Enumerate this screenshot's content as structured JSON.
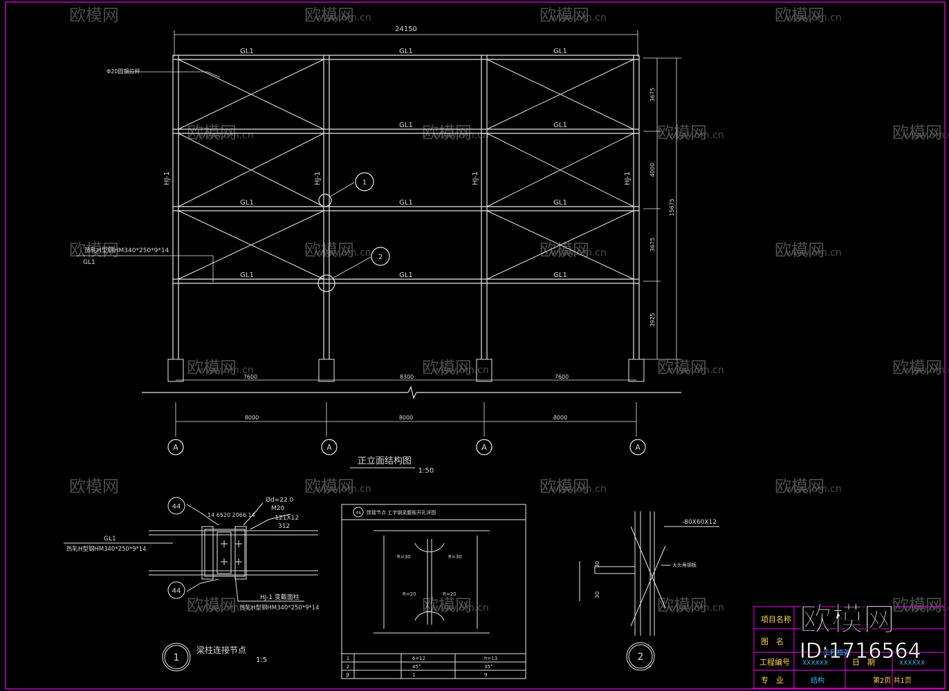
{
  "colors": {
    "background": "#000000",
    "line": "#e8e8e8",
    "border": "#c800c8",
    "dim_text": "#d8d8d8",
    "title_block_text": "#ffd24a",
    "title_block_value": "#2fb6ff",
    "watermark": "#6a6a6a"
  },
  "watermark": {
    "brand": "欧模网",
    "url": "www.om.cn",
    "id_label": "ID:1716564"
  },
  "elevation": {
    "overall_width": "24150",
    "beam_label": "GL1",
    "column_label": "HJ-1",
    "brace_label": "Φ20圆钢拉杆",
    "beam_spec": "热轧H型钢HM340*250*9*14",
    "beam_spec_sub": "GL1",
    "heights": [
      "3675",
      "4000",
      "3675",
      "3925"
    ],
    "total_height": "15675",
    "bottom_spans": [
      "7600",
      "8300",
      "7600"
    ],
    "axis_spans": [
      "8000",
      "8000",
      "8000"
    ],
    "axis_label": "A",
    "title": "正立面结构图",
    "scale": "1:50",
    "detail_marks": [
      "1",
      "2"
    ]
  },
  "detail1": {
    "weld_symbol": "44",
    "bolt_spec_1": "Ød=22.0",
    "bolt_spec_2": "M20",
    "plate_spec_1": "-121X12",
    "plate_spec_2": "312",
    "top_spec": "14 6520 2066 14",
    "beam_label": "GL1",
    "beam_spec": "热轧H型钢HM340*250*9*14",
    "column_label": "HJ-1 变截面柱",
    "column_spec": "热轧H型钢HM340*250*9*14",
    "title": "梁柱连接节点",
    "number": "1",
    "scale": "1:5"
  },
  "detail_mid": {
    "header": "焊接节点 工字钢梁腹板开孔详图",
    "header_num": "44",
    "marks": [
      "R=30",
      "R=30",
      "R=20",
      "R=20"
    ],
    "table": [
      [
        "1",
        "δ=12",
        "h=13"
      ],
      [
        "2",
        "45°",
        "35°"
      ],
      [
        "β",
        "1",
        "9"
      ]
    ]
  },
  "detail2": {
    "plate": "-80X60X12",
    "dims": [
      "30",
      "30"
    ],
    "note": "大头角钢板",
    "number": "2"
  },
  "title_block": {
    "rows": [
      {
        "label": "项目名称",
        "value": ""
      },
      {
        "label": "图　名",
        "value": "工程框架"
      },
      {
        "label": "工程编号",
        "value": "XXXXXX",
        "label2": "日　期",
        "value2": "XXXXXX"
      },
      {
        "label": "专　业",
        "value": "结构",
        "label2": "",
        "value2": "第2页 共1页"
      }
    ]
  }
}
